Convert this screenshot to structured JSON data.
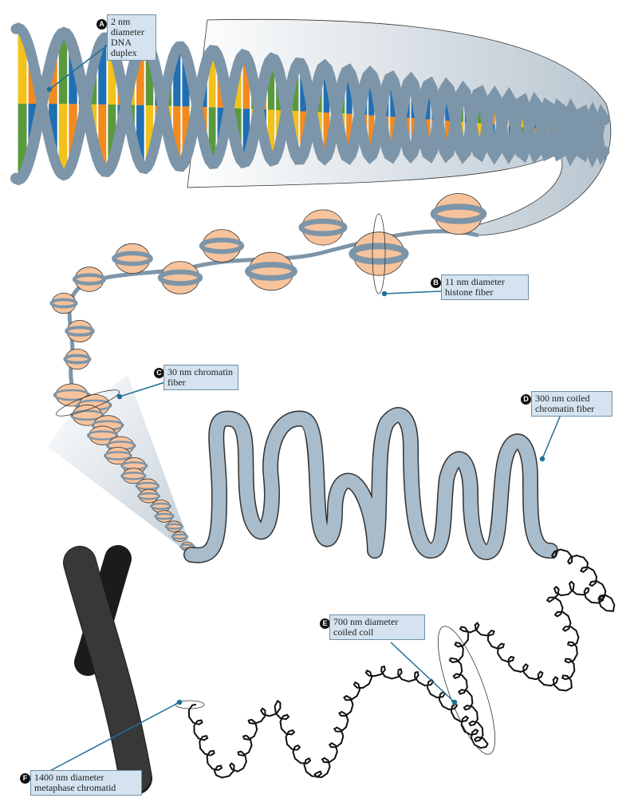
{
  "labels": [
    {
      "letter": "A",
      "text": "2 nm diameter DNA duplex"
    },
    {
      "letter": "B",
      "text": "11 nm diameter histone fiber"
    },
    {
      "letter": "C",
      "text": "30 nm chromatin fiber"
    },
    {
      "letter": "D",
      "text": "300 nm coiled chromatin fiber"
    },
    {
      "letter": "E",
      "text": "700 nm diameter coiled coil"
    },
    {
      "letter": "F",
      "text": "1400 nm diameter metaphase chromatid"
    }
  ],
  "colors": {
    "backbone": "#7d95a8",
    "base_yellow": "#f2c21b",
    "base_orange": "#f28a1e",
    "base_green": "#5a9a3c",
    "base_blue": "#1f6fb3",
    "histone": "#f7c39c",
    "fiber": "#a9bccb",
    "label_bg": "#d4e3ef",
    "leader": "#1f6f9a"
  }
}
